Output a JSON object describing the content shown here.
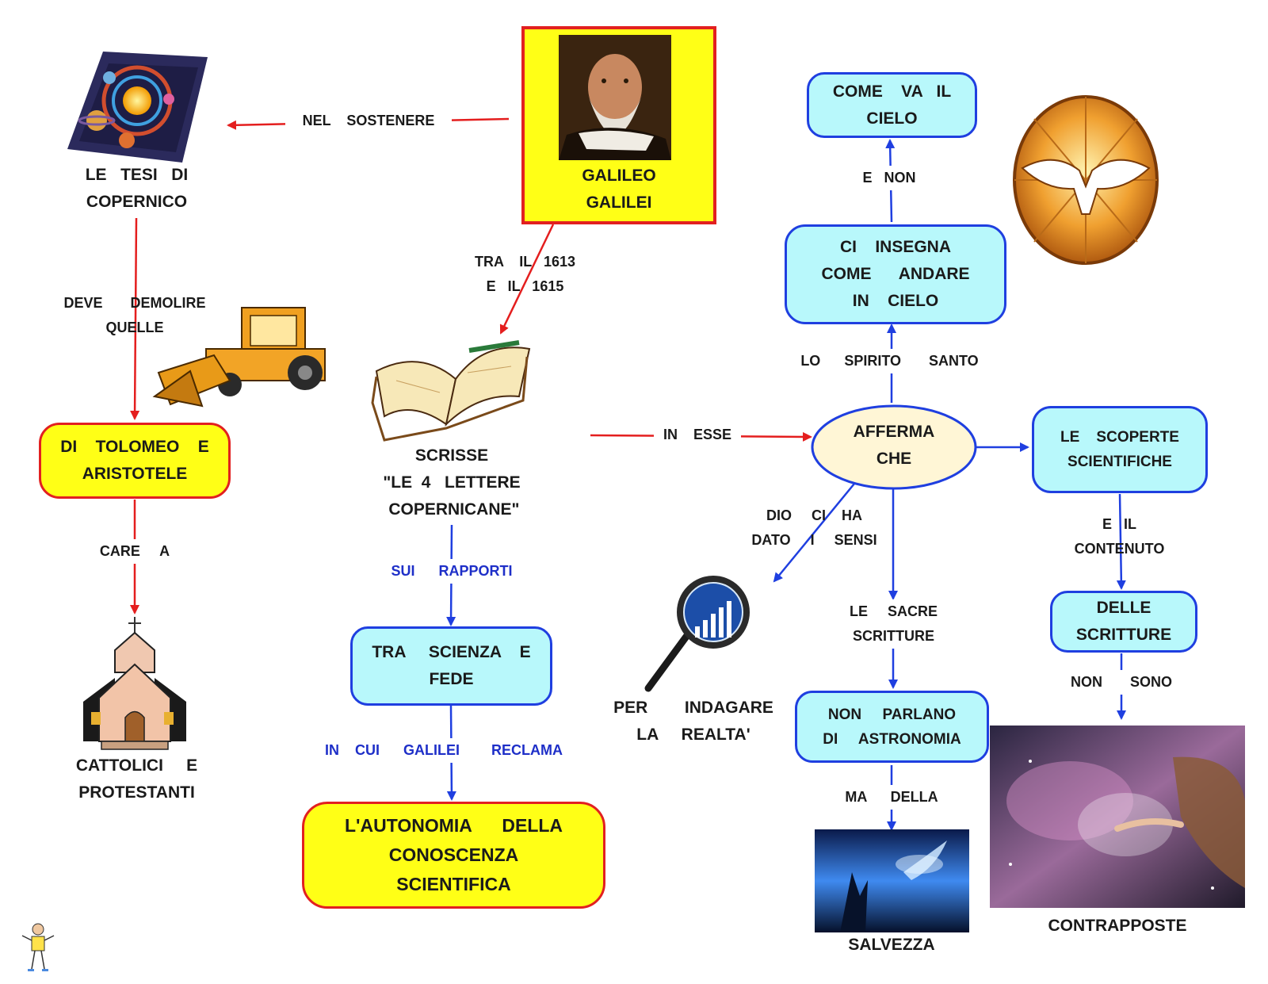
{
  "nodes": {
    "galileo": "GALILEO\nGALILEI",
    "copernico": "LE   TESI   DI\nCOPERNICO",
    "tolomeo": "DI    TOLOMEO    E\nARISTOTELE",
    "cattolici": "CATTOLICI     E\nPROTESTANTI",
    "scrisse": "SCRISSE\n\"LE  4   LETTERE\n COPERNICANE\"",
    "scienza_fede": "TRA     SCIENZA    E\nFEDE",
    "autonomia": "L'AUTONOMIA      DELLA\nCONOSCENZA\nSCIENTIFICA",
    "afferma": "AFFERMA\nCHE",
    "come_va": "COME    VA   IL\nCIELO",
    "ci_insegna": "CI    INSEGNA\nCOME      ANDARE\nIN    CIELO",
    "scoperte": "LE    SCOPERTE\nSCIENTIFICHE",
    "delle_scritture": "DELLE\nSCRITTURE",
    "non_parlano": "NON     PARLANO\nDI     ASTRONOMIA",
    "indagare": "PER        INDAGARE\nLA     REALTA'",
    "salvezza": "SALVEZZA",
    "contrapposte": "CONTRAPPOSTE"
  },
  "links": {
    "nel_sostenere": "NEL    SOSTENERE",
    "deve_demolire": "DEVE       DEMOLIRE\nQUELLE",
    "care_a": "CARE     A",
    "tra_1613": "TRA    IL   1613\nE   IL   1615",
    "sui_rapporti": "SUI      RAPPORTI",
    "in_cui": "IN    CUI      GALILEI        RECLAMA",
    "in_esse": "IN    ESSE",
    "e_non": "E   NON",
    "lo_spirito": "LO      SPIRITO       SANTO",
    "dio_ci_ha": "DIO     CI    HA\nDATO     I     SENSI",
    "le_sacre": "LE     SACRE\nSCRITTURE",
    "ma_della": "MA      DELLA",
    "e_il_contenuto": "E   IL\nCONTENUTO",
    "non_sono": "NON       SONO"
  },
  "colors": {
    "red_arrow": "#e41e1e",
    "blue_arrow": "#1f3fe0",
    "cyan_fill": "#b8f8fb",
    "yellow_fill": "#ffff16",
    "ellipse_fill": "#fff6d6"
  },
  "icons": [
    "solar-system-icon",
    "bulldozer-icon",
    "church-icon",
    "book-icon",
    "magnifier-chart-icon",
    "dove-window-icon",
    "galileo-portrait",
    "hands-light-image",
    "creation-nebula-image",
    "robot-mascot-icon"
  ]
}
